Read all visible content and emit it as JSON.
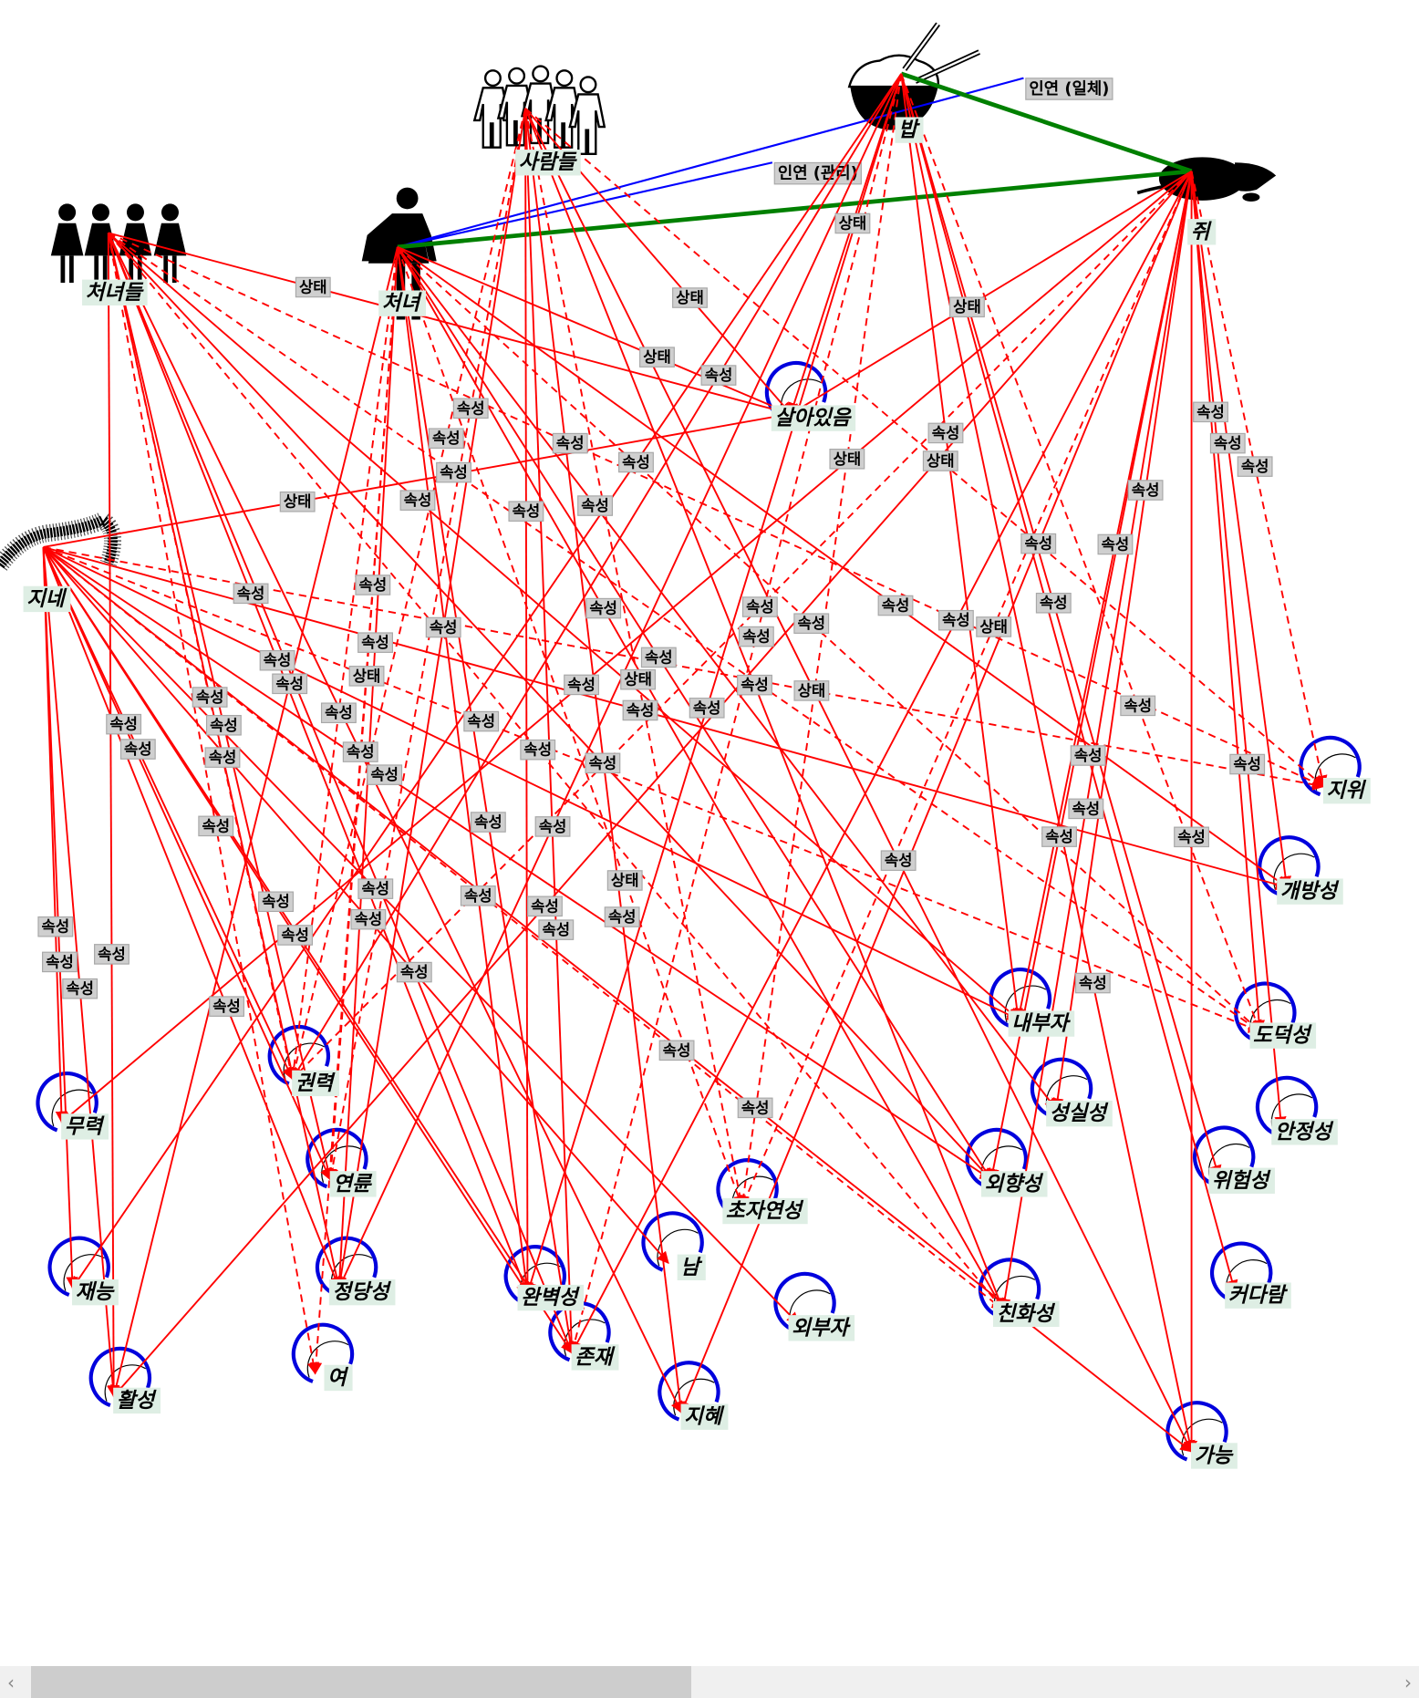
{
  "diagram": {
    "colors": {
      "attribute_edge": "#ff0000",
      "relation_blue": "#0000ff",
      "relation_green": "#008000",
      "circle": "#0000dd"
    },
    "hubs": [
      {
        "id": "people",
        "label": "사람들",
        "icon": "people-outline-icon"
      },
      {
        "id": "maidens",
        "label": "처녀들",
        "icon": "women-group-icon"
      },
      {
        "id": "maiden",
        "label": "처녀",
        "icon": "woman-icon"
      },
      {
        "id": "rice",
        "label": "밥",
        "icon": "rice-bowl-icon"
      },
      {
        "id": "rat",
        "label": "쥐",
        "icon": "rat-icon"
      },
      {
        "id": "centipede",
        "label": "지네",
        "icon": "centipede-icon"
      }
    ],
    "attributes": [
      {
        "id": "alive",
        "label": "살아있음"
      },
      {
        "id": "status",
        "label": "지위"
      },
      {
        "id": "open",
        "label": "개방성"
      },
      {
        "id": "insider",
        "label": "내부자"
      },
      {
        "id": "moral",
        "label": "도덕성"
      },
      {
        "id": "sincere",
        "label": "성실성"
      },
      {
        "id": "stable",
        "label": "안정성"
      },
      {
        "id": "risk",
        "label": "위험성"
      },
      {
        "id": "extro",
        "label": "외향성"
      },
      {
        "id": "super",
        "label": "초자연성"
      },
      {
        "id": "big",
        "label": "커다람"
      },
      {
        "id": "friendly",
        "label": "친화성"
      },
      {
        "id": "able",
        "label": "가능"
      },
      {
        "id": "powerless",
        "label": "무력"
      },
      {
        "id": "power",
        "label": "권력"
      },
      {
        "id": "age",
        "label": "연륜"
      },
      {
        "id": "talent",
        "label": "재능"
      },
      {
        "id": "legit",
        "label": "정당성"
      },
      {
        "id": "perfect",
        "label": "완벽성"
      },
      {
        "id": "male",
        "label": "남"
      },
      {
        "id": "outsider",
        "label": "외부자"
      },
      {
        "id": "exist",
        "label": "존재"
      },
      {
        "id": "female",
        "label": "여"
      },
      {
        "id": "wisdom",
        "label": "지혜"
      },
      {
        "id": "active",
        "label": "활성"
      }
    ],
    "relations": [
      {
        "from": "maiden",
        "to": "rice",
        "label": "인연 (일체)",
        "color": "#0000ff"
      },
      {
        "from": "maiden",
        "to": "rice",
        "label": "인연 (관리)",
        "color": "#0000ff"
      },
      {
        "from": "maiden",
        "to": "rat",
        "label": "",
        "color": "#008000"
      },
      {
        "from": "rice",
        "to": "rat",
        "label": "",
        "color": "#008000"
      }
    ],
    "edges": [
      {
        "from": "maidens",
        "to": "alive",
        "style": "solid",
        "label": "상태"
      },
      {
        "from": "maidens",
        "to": "power",
        "style": "dashed",
        "label": "속성"
      },
      {
        "from": "maidens",
        "to": "age",
        "style": "solid",
        "label": "속성"
      },
      {
        "from": "maidens",
        "to": "legit",
        "style": "solid",
        "label": "속성"
      },
      {
        "from": "maidens",
        "to": "perfect",
        "style": "solid",
        "label": "속성"
      },
      {
        "from": "maidens",
        "to": "exist",
        "style": "solid",
        "label": "속성"
      },
      {
        "from": "maidens",
        "to": "extro",
        "style": "solid",
        "label": "속성"
      },
      {
        "from": "maidens",
        "to": "friendly",
        "style": "dashed",
        "label": "속성"
      },
      {
        "from": "maidens",
        "to": "status",
        "style": "dashed",
        "label": "속성"
      },
      {
        "from": "maidens",
        "to": "moral",
        "style": "dashed",
        "label": "속성"
      },
      {
        "from": "maidens",
        "to": "active",
        "style": "solid",
        "label": "속성"
      },
      {
        "from": "maidens",
        "to": "female",
        "style": "dashed",
        "label": "속성"
      },
      {
        "from": "maidens",
        "to": "wisdom",
        "style": "solid",
        "label": "속성"
      },
      {
        "from": "maidens",
        "to": "insider",
        "style": "solid",
        "label": "속성"
      },
      {
        "from": "maiden",
        "to": "alive",
        "style": "solid",
        "label": "상태"
      },
      {
        "from": "maiden",
        "to": "power",
        "style": "dashed",
        "label": "속성"
      },
      {
        "from": "maiden",
        "to": "age",
        "style": "dashed",
        "label": "상태"
      },
      {
        "from": "maiden",
        "to": "legit",
        "style": "solid",
        "label": "속성"
      },
      {
        "from": "maiden",
        "to": "female",
        "style": "dashed",
        "label": "속성"
      },
      {
        "from": "maiden",
        "to": "perfect",
        "style": "solid",
        "label": "속성"
      },
      {
        "from": "maiden",
        "to": "exist",
        "style": "solid",
        "label": "속성"
      },
      {
        "from": "maiden",
        "to": "extro",
        "style": "solid",
        "label": "속성"
      },
      {
        "from": "maiden",
        "to": "friendly",
        "style": "solid",
        "label": "속성"
      },
      {
        "from": "maiden",
        "to": "super",
        "style": "dashed",
        "label": "상태"
      },
      {
        "from": "maiden",
        "to": "open",
        "style": "solid",
        "label": "속성"
      },
      {
        "from": "maiden",
        "to": "moral",
        "style": "dashed",
        "label": "속성"
      },
      {
        "from": "maiden",
        "to": "active",
        "style": "solid",
        "label": "속성"
      },
      {
        "from": "maiden",
        "to": "sincere",
        "style": "solid",
        "label": "속성"
      },
      {
        "from": "people",
        "to": "alive",
        "style": "solid",
        "label": "상태"
      },
      {
        "from": "people",
        "to": "super",
        "style": "dashed",
        "label": "상태"
      },
      {
        "from": "people",
        "to": "legit",
        "style": "solid",
        "label": "속성"
      },
      {
        "from": "people",
        "to": "perfect",
        "style": "solid",
        "label": "속성"
      },
      {
        "from": "people",
        "to": "exist",
        "style": "solid",
        "label": "속성"
      },
      {
        "from": "people",
        "to": "able",
        "style": "solid",
        "label": "속성"
      },
      {
        "from": "people",
        "to": "friendly",
        "style": "solid",
        "label": "속성"
      },
      {
        "from": "people",
        "to": "power",
        "style": "dashed",
        "label": "속성"
      },
      {
        "from": "people",
        "to": "age",
        "style": "dashed",
        "label": "속성"
      },
      {
        "from": "people",
        "to": "wisdom",
        "style": "solid",
        "label": "속성"
      },
      {
        "from": "people",
        "to": "status",
        "style": "dashed",
        "label": "상태"
      },
      {
        "from": "rice",
        "to": "alive",
        "style": "solid",
        "label": "상태"
      },
      {
        "from": "rice",
        "to": "super",
        "style": "dashed",
        "label": "상태"
      },
      {
        "from": "rice",
        "to": "able",
        "style": "solid",
        "label": "속성"
      },
      {
        "from": "rice",
        "to": "big",
        "style": "solid",
        "label": "속성"
      },
      {
        "from": "rice",
        "to": "risk",
        "style": "solid",
        "label": "속성"
      },
      {
        "from": "rice",
        "to": "insider",
        "style": "solid",
        "label": "속성"
      },
      {
        "from": "rice",
        "to": "power",
        "style": "solid",
        "label": "속성"
      },
      {
        "from": "rice",
        "to": "legit",
        "style": "solid",
        "label": "속성"
      },
      {
        "from": "rice",
        "to": "perfect",
        "style": "solid",
        "label": "속성"
      },
      {
        "from": "rice",
        "to": "exist",
        "style": "dashed",
        "label": "속성"
      },
      {
        "from": "rice",
        "to": "talent",
        "style": "solid",
        "label": "속성"
      },
      {
        "from": "rice",
        "to": "moral",
        "style": "dashed",
        "label": "속성"
      },
      {
        "from": "rat",
        "to": "alive",
        "style": "solid",
        "label": "상태"
      },
      {
        "from": "rat",
        "to": "status",
        "style": "dashed",
        "label": "속성"
      },
      {
        "from": "rat",
        "to": "open",
        "style": "solid",
        "label": "속성"
      },
      {
        "from": "rat",
        "to": "moral",
        "style": "solid",
        "label": "속성"
      },
      {
        "from": "rat",
        "to": "stable",
        "style": "solid",
        "label": "속성"
      },
      {
        "from": "rat",
        "to": "able",
        "style": "solid",
        "label": "속성"
      },
      {
        "from": "rat",
        "to": "insider",
        "style": "solid",
        "label": "속성"
      },
      {
        "from": "rat",
        "to": "sincere",
        "style": "solid",
        "label": "속성"
      },
      {
        "from": "rat",
        "to": "extro",
        "style": "solid",
        "label": "속성"
      },
      {
        "from": "rat",
        "to": "friendly",
        "style": "solid",
        "label": "속성"
      },
      {
        "from": "rat",
        "to": "power",
        "style": "dashed",
        "label": "속성"
      },
      {
        "from": "rat",
        "to": "exist",
        "style": "solid",
        "label": "속성"
      },
      {
        "from": "rat",
        "to": "wisdom",
        "style": "solid",
        "label": "속성"
      },
      {
        "from": "rat",
        "to": "active",
        "style": "solid",
        "label": "속성"
      },
      {
        "from": "rat",
        "to": "powerless",
        "style": "solid",
        "label": "속성"
      },
      {
        "from": "rat",
        "to": "super",
        "style": "dashed",
        "label": "상태"
      },
      {
        "from": "centipede",
        "to": "alive",
        "style": "solid",
        "label": "상태"
      },
      {
        "from": "centipede",
        "to": "powerless",
        "style": "solid",
        "label": "속성"
      },
      {
        "from": "centipede",
        "to": "talent",
        "style": "solid",
        "label": "속성"
      },
      {
        "from": "centipede",
        "to": "active",
        "style": "solid",
        "label": "속성"
      },
      {
        "from": "centipede",
        "to": "power",
        "style": "solid",
        "label": "속성"
      },
      {
        "from": "centipede",
        "to": "age",
        "style": "solid",
        "label": "속성"
      },
      {
        "from": "centipede",
        "to": "legit",
        "style": "solid",
        "label": "속성"
      },
      {
        "from": "centipede",
        "to": "perfect",
        "style": "solid",
        "label": "속성"
      },
      {
        "from": "centipede",
        "to": "exist",
        "style": "solid",
        "label": "속성"
      },
      {
        "from": "centipede",
        "to": "extro",
        "style": "solid",
        "label": "속성"
      },
      {
        "from": "centipede",
        "to": "friendly",
        "style": "dashed",
        "label": "속성"
      },
      {
        "from": "centipede",
        "to": "status",
        "style": "dashed",
        "label": "상태"
      },
      {
        "from": "centipede",
        "to": "open",
        "style": "solid",
        "label": "속성"
      },
      {
        "from": "centipede",
        "to": "moral",
        "style": "dashed",
        "label": "속성"
      },
      {
        "from": "centipede",
        "to": "insider",
        "style": "solid",
        "label": "속성"
      },
      {
        "from": "centipede",
        "to": "able",
        "style": "solid",
        "label": "속성"
      },
      {
        "from": "centipede",
        "to": "male",
        "style": "solid",
        "label": "속성"
      },
      {
        "from": "centipede",
        "to": "outsider",
        "style": "solid",
        "label": "속성"
      }
    ]
  },
  "scrollbar": {
    "left_arrow": "‹",
    "right_arrow": "›"
  }
}
